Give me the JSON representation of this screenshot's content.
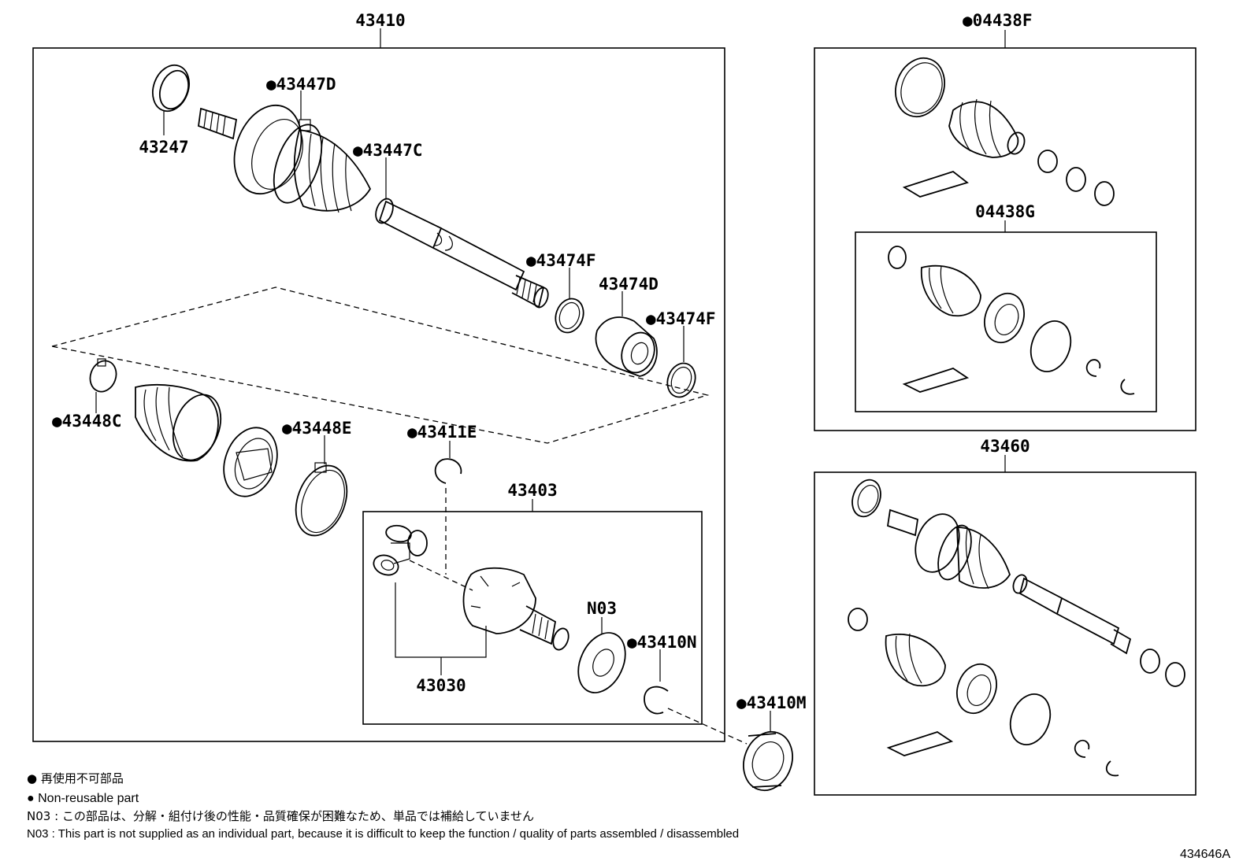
{
  "labels": {
    "assy_43410": "43410",
    "p43247": "43247",
    "p43447D": "●43447D",
    "p43447C": "●43447C",
    "p43474F_a": "●43474F",
    "p43474D": "43474D",
    "p43474F_b": "●43474F",
    "p43448C": "●43448C",
    "p43448E": "●43448E",
    "p43411E": "●43411E",
    "p43403": "43403",
    "pN03": "N03",
    "p43410N": "●43410N",
    "p43030": "43030",
    "p43410M": "●43410M",
    "kit_04438F": "●04438F",
    "kit_04438G": "04438G",
    "assy_43460": "43460"
  },
  "legend": {
    "jp_nonreusable": "● 再使用不可部品",
    "en_nonreusable": "● Non-reusable part",
    "jp_n03": "N03 : この部品は、分解・組付け後の性能・品質確保が困難なため、単品では補給していません",
    "en_n03": "N03 : This part is not supplied as an individual part, because it is difficult to keep the function / quality of parts  assembled / disassembled"
  },
  "diagram_id": "434646A"
}
